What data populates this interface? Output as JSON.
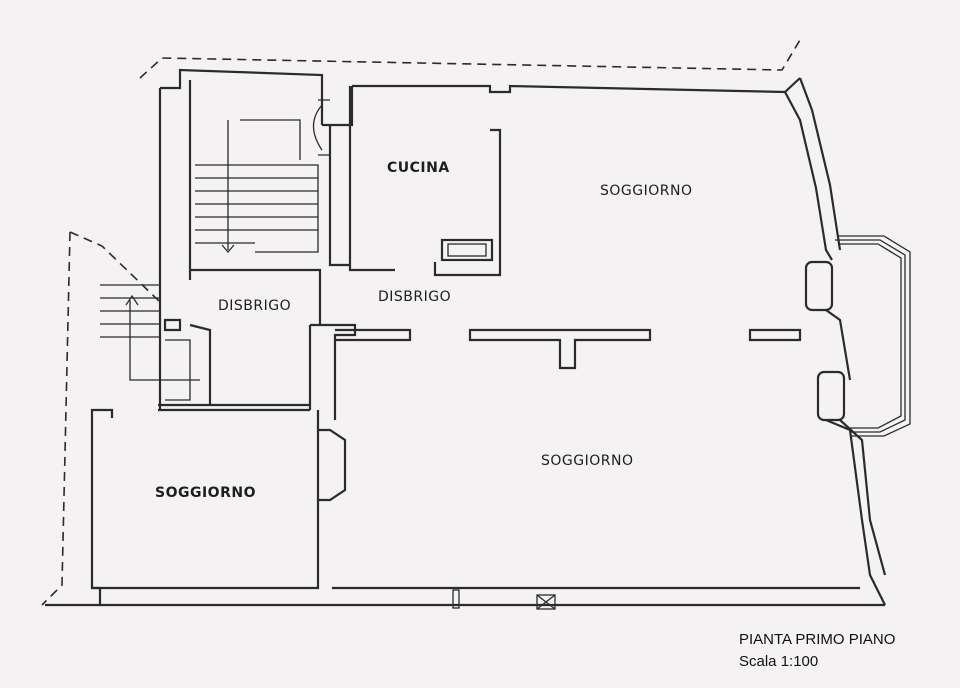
{
  "rooms": {
    "cucina": "CUCINA",
    "soggiorno_top": "SOGGIORNO",
    "disbrigo_left": "DISBRIGO",
    "disbrigo_center": "DISBRIGO",
    "soggiorno_center": "SOGGIORNO",
    "soggiorno_left": "SOGGIORNO"
  },
  "caption": {
    "title": "PIANTA PRIMO PIANO",
    "scale": "Scala 1:100"
  }
}
